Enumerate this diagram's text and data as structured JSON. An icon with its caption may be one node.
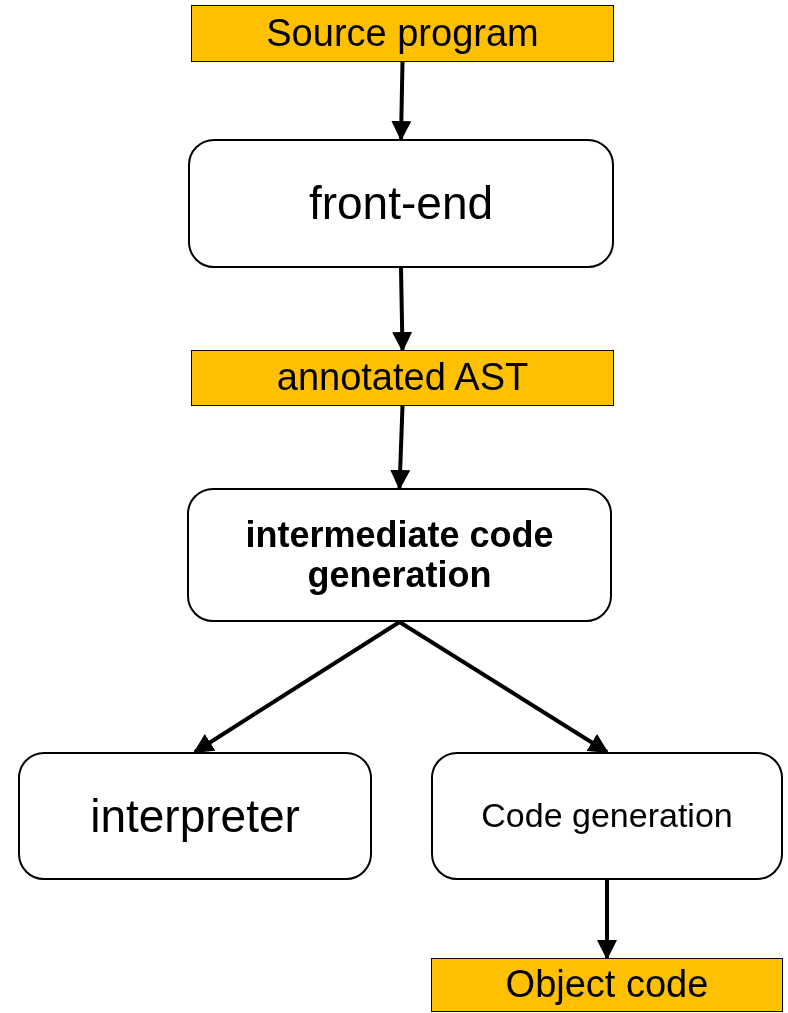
{
  "diagram": {
    "nodes": [
      {
        "text": [
          "Source program"
        ]
      },
      {
        "text": [
          "front-end"
        ]
      },
      {
        "text": [
          "annotated AST"
        ]
      },
      {
        "text": [
          "intermediate code generation"
        ]
      },
      {
        "text": [
          "interpreter"
        ]
      },
      {
        "text": [
          "Code generation"
        ]
      },
      {
        "text": [
          "Object code"
        ]
      }
    ],
    "edges": [
      {
        "from": 0,
        "to": 1,
        "arrow": "to"
      },
      {
        "from": 1,
        "to": 2,
        "arrow": "to"
      },
      {
        "from": 2,
        "to": 3,
        "arrow": "to"
      },
      {
        "from": 3,
        "to": 4,
        "arrow": "to"
      },
      {
        "from": 3,
        "to": 5,
        "arrow": "to"
      },
      {
        "from": 5,
        "to": 6,
        "arrow": "to"
      }
    ]
  }
}
